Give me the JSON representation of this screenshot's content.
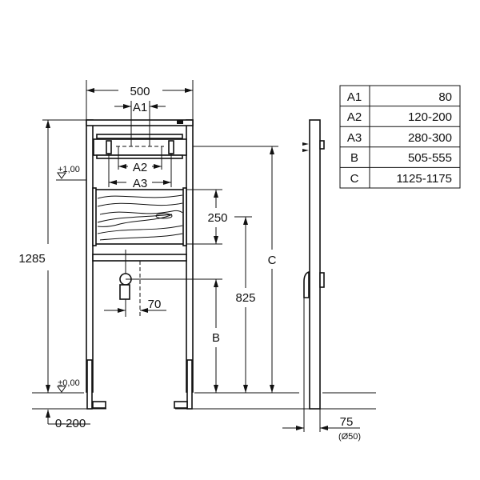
{
  "labels": {
    "width": "500",
    "a1": "A1",
    "a2": "A2",
    "a3": "A3",
    "height": "1285",
    "level_plus": "+1,00",
    "level_zero": "±0,00",
    "board": "250",
    "h825": "825",
    "c": "C",
    "b": "B",
    "offset": "70",
    "floor": "0-200",
    "depth": "75",
    "pipe": "(Ø50)"
  },
  "table": {
    "rows": [
      {
        "key": "A1",
        "value": "80"
      },
      {
        "key": "A2",
        "value": "120-200"
      },
      {
        "key": "A3",
        "value": "280-300"
      },
      {
        "key": "B",
        "value": "505-555"
      },
      {
        "key": "C",
        "value": "1125-1175"
      }
    ]
  }
}
